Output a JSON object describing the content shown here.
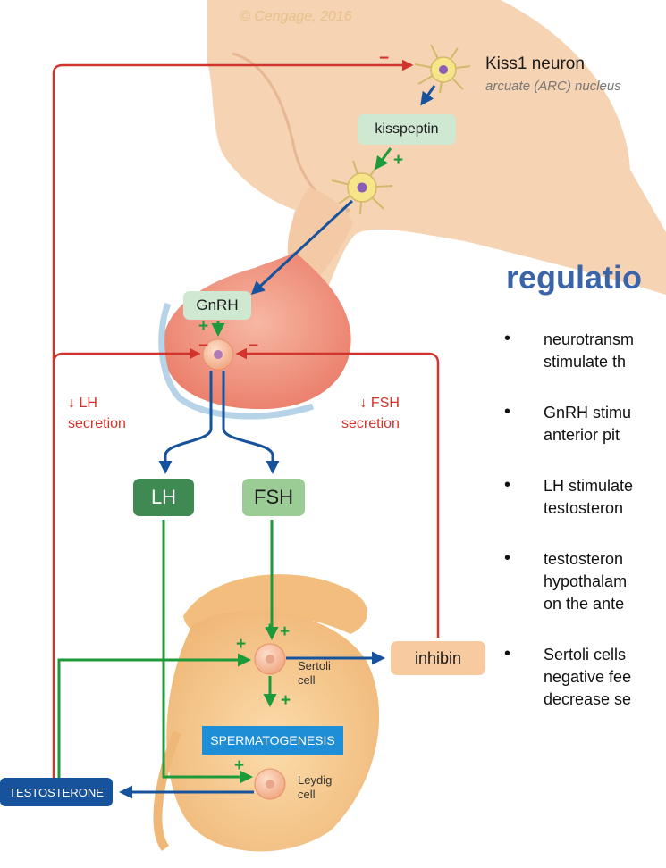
{
  "copyright": "© Cengage, 2016",
  "neuron": {
    "name": "Kiss1 neuron",
    "location": "arcuate (ARC) nucleus"
  },
  "hormones": {
    "kisspeptin": "kisspeptin",
    "gnrh": "GnRH",
    "lh": "LH",
    "fsh": "FSH",
    "inhibin": "inhibin",
    "spermatogenesis": "SPERMATOGENESIS",
    "testosterone": "TESTOSTERONE"
  },
  "feedback_labels": {
    "lh": {
      "arrow": "↓",
      "line1": "LH",
      "line2": "secretion"
    },
    "fsh": {
      "arrow": "↓",
      "line1": "FSH",
      "line2": "secretion"
    }
  },
  "cells": {
    "sertoli": {
      "line1": "Sertoli",
      "line2": "cell"
    },
    "leydig": {
      "line1": "Leydig",
      "line2": "cell"
    }
  },
  "signs": {
    "plus": "+",
    "minus": "−"
  },
  "panel": {
    "title": "regulatio",
    "bullets": [
      "neurotransm\nstimulate th",
      "GnRH stimu\nanterior pit",
      "LH stimulate\ntestosteron",
      "testosteron\nhypothalam\non the ante",
      "Sertoli cells\nnegative fee\ndecrease se"
    ]
  },
  "colors": {
    "stimulate": "#1d9a3a",
    "inhibit": "#d0342c",
    "secretion": "#17539c",
    "tissue": "#f4cfae",
    "pituitary": "#f29a86"
  }
}
